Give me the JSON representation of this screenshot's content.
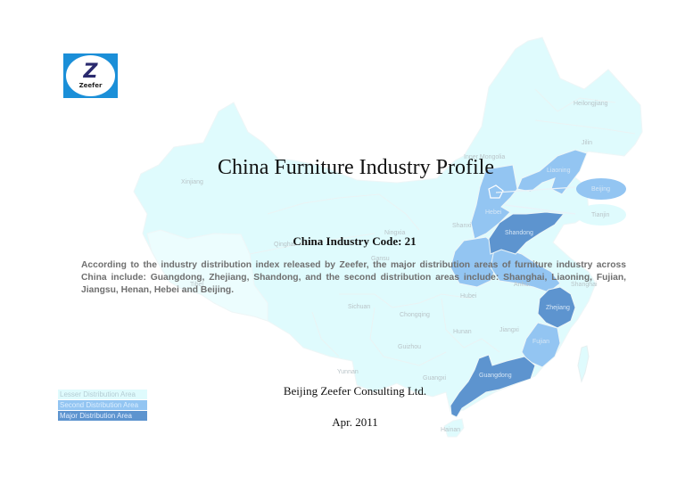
{
  "logo": {
    "letter": "Z",
    "wordmark": "Zeefer",
    "bg_color": "#1b8fd8"
  },
  "title": "China Furniture Industry Profile",
  "industry_code": "China Industry Code: 21",
  "description": "According to the industry distribution index released by Zeefer, the major distribution areas of furniture industry across China include: Guangdong, Zhejiang, Shandong, and the second distribution areas include: Shanghai, Liaoning, Fujian, Jiangsu, Henan, Hebei and Beijing.",
  "company": "Beijing Zeefer Consulting Ltd.",
  "date": "Apr. 2011",
  "legend": {
    "items": [
      {
        "label": "Lesser Distribution Area",
        "color": "#dffbfd",
        "text_color": "#b4cdd4"
      },
      {
        "label": "Second Distribution Area",
        "color": "#93c5f2",
        "text_color": "#dbeeff"
      },
      {
        "label": "Major Distribution Area",
        "color": "#5d94cf",
        "text_color": "#e3efff"
      }
    ]
  },
  "map": {
    "colors": {
      "lesser": "#dffbfd",
      "second": "#93c5f2",
      "major": "#5d94cf",
      "border": "#eef6f7"
    },
    "provinces": {
      "heilongjiang": "Heilongjiang",
      "jilin": "Jilin",
      "liaoning": "Liaoning",
      "inner_mongolia": "Inner Mongolia",
      "xinjiang": "Xinjiang",
      "beijing": "Beijing",
      "tianjin": "Tianjin",
      "hebei": "Hebei",
      "shanxi": "Shanxi",
      "shandong": "Shandong",
      "ningxia": "Ningxia",
      "qinghai": "Qinghai",
      "gansu": "Gansu",
      "tibet": "Tibet",
      "anhui": "Anhui",
      "shanghai": "Shanghai",
      "hubei": "Hubei",
      "sichuan": "Sichuan",
      "chongqing": "Chongqing",
      "zhejiang": "Zhejiang",
      "hunan": "Hunan",
      "jiangxi": "Jiangxi",
      "fujian": "Fujian",
      "guizhou": "Guizhou",
      "yunnan": "Yunnan",
      "guangxi": "Guangxi",
      "guangdong": "Guangdong",
      "hainan": "Hainan"
    }
  }
}
